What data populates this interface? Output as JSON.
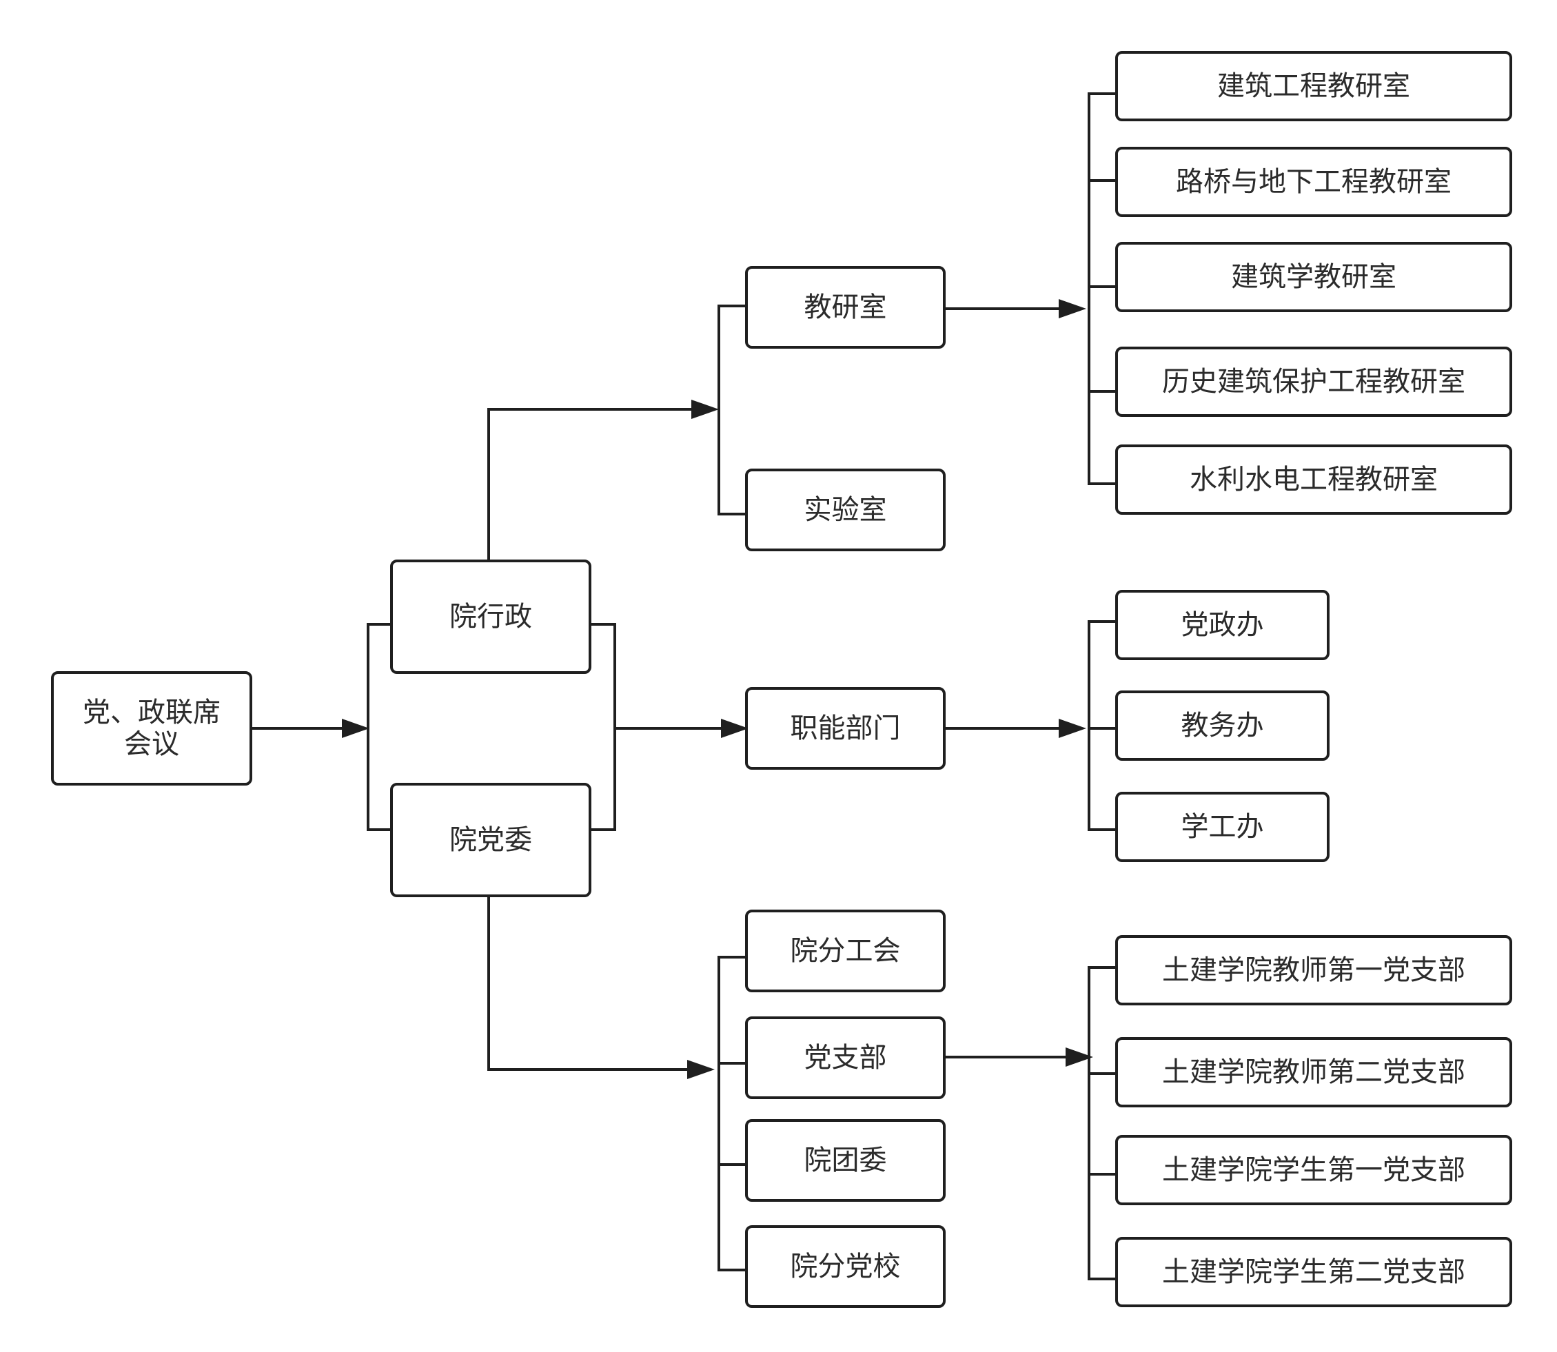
{
  "diagram": {
    "root": "党、政联席会议",
    "level1": {
      "admin": "院行政",
      "party": "院党委"
    },
    "level2": {
      "teaching_research": "教研室",
      "lab": "实验室",
      "functional_dept": "职能部门",
      "union": "院分工会",
      "branch": "党支部",
      "youth_league": "院团委",
      "party_school": "院分党校"
    },
    "teaching_offices": [
      "建筑工程教研室",
      "路桥与地下工程教研室",
      "建筑学教研室",
      "历史建筑保护工程教研室",
      "水利水电工程教研室"
    ],
    "functional_offices": [
      "党政办",
      "教务办",
      "学工办"
    ],
    "party_branches": [
      "土建学院教师第一党支部",
      "土建学院教师第二党支部",
      "土建学院学生第一党支部",
      "土建学院学生第二党支部"
    ]
  }
}
